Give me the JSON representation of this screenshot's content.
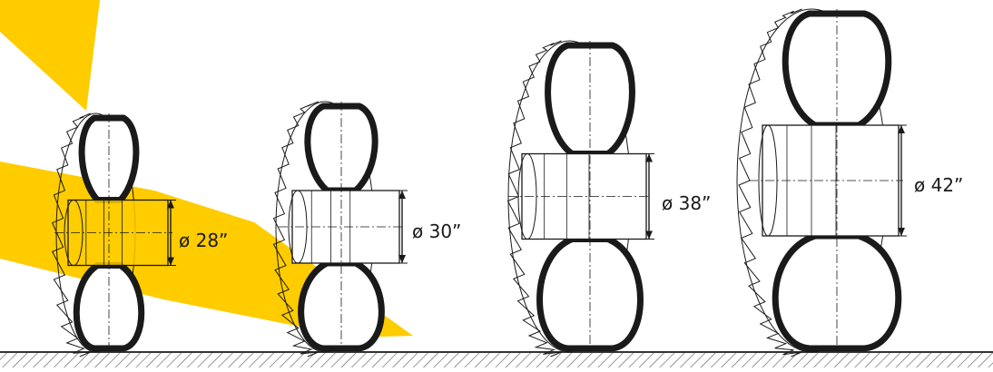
{
  "colors": {
    "accent": "#FFCC00",
    "line": "#1a1a1a",
    "background": "#ffffff"
  },
  "wheels": [
    {
      "rim_label": "ø 28”"
    },
    {
      "rim_label": "ø 30”"
    },
    {
      "rim_label": "ø 38”"
    },
    {
      "rim_label": "ø 42”"
    }
  ]
}
